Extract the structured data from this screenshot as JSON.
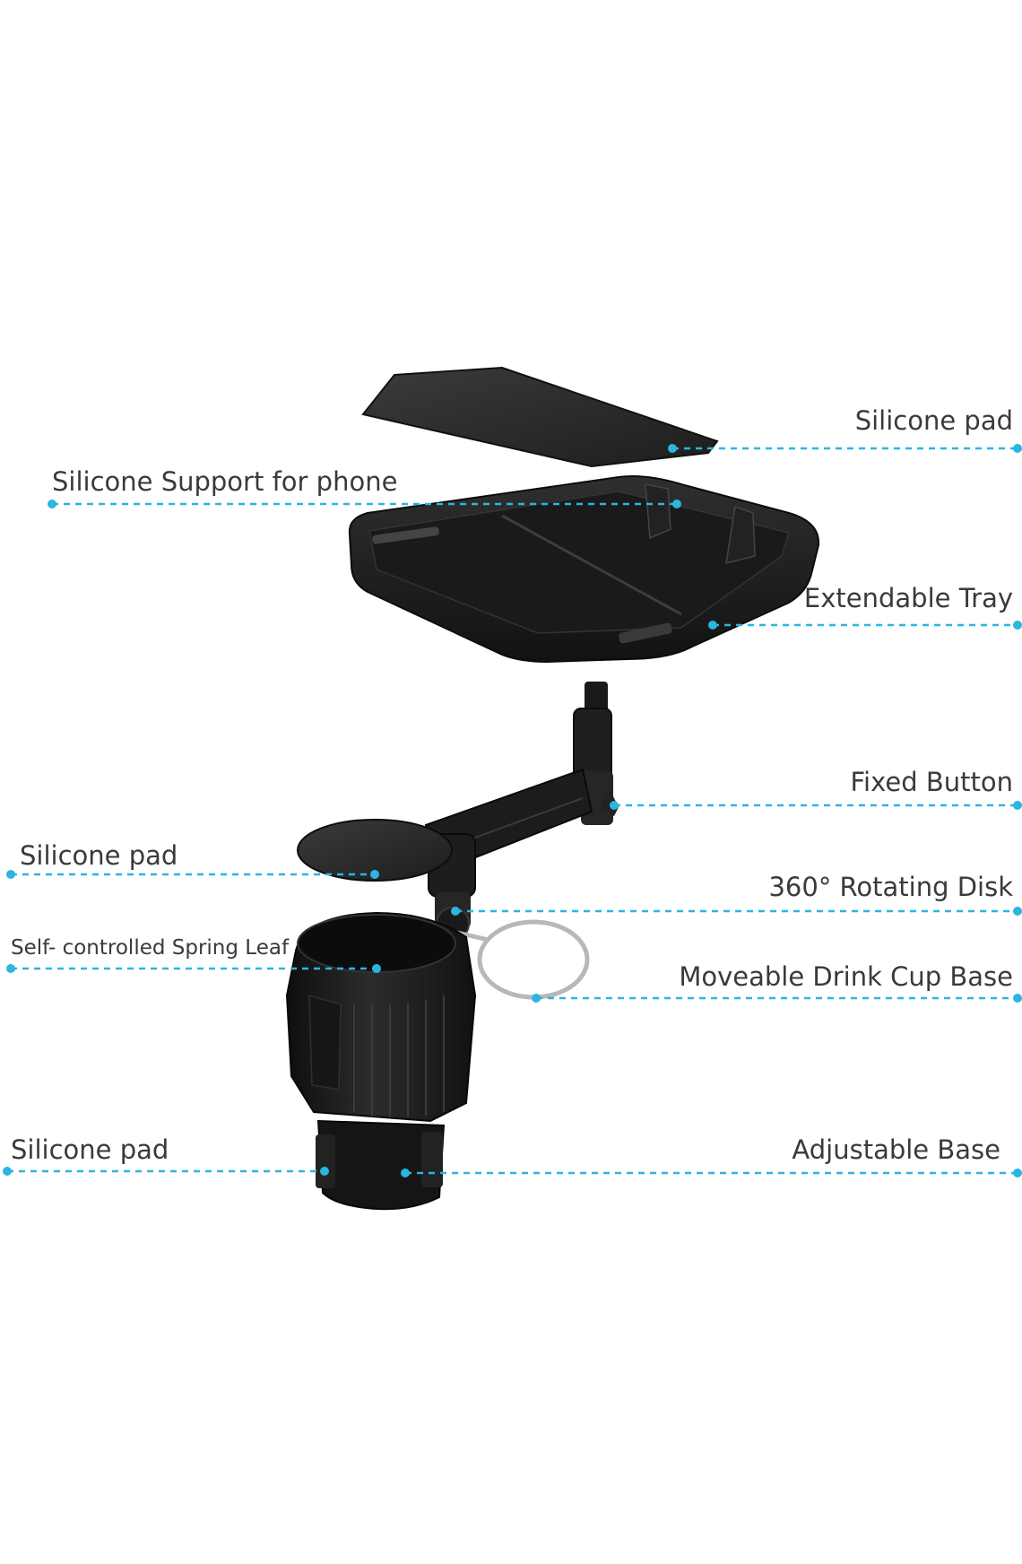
{
  "labels": {
    "silicone_pad_top": "Silicone pad",
    "silicone_support_phone": "Silicone Support for phone",
    "extendable_tray": "Extendable Tray",
    "fixed_button": "Fixed Button",
    "silicone_pad_disk": "Silicone pad",
    "rotating_disk": "360° Rotating Disk",
    "spring_leaf": "Self- controlled Spring Leaf",
    "drink_cup_base": "Moveable Drink Cup Base",
    "silicone_pad_bottom": "Silicone pad",
    "adjustable_base": "Adjustable Base"
  },
  "colors": {
    "leader_line": "#2bb5e0",
    "label_text": "#3a3a3a",
    "product_black": "#1c1c1c",
    "product_dark": "#2a2a2a",
    "product_highlight": "#4a4a4a",
    "ring_metal": "#b8b8b8"
  }
}
